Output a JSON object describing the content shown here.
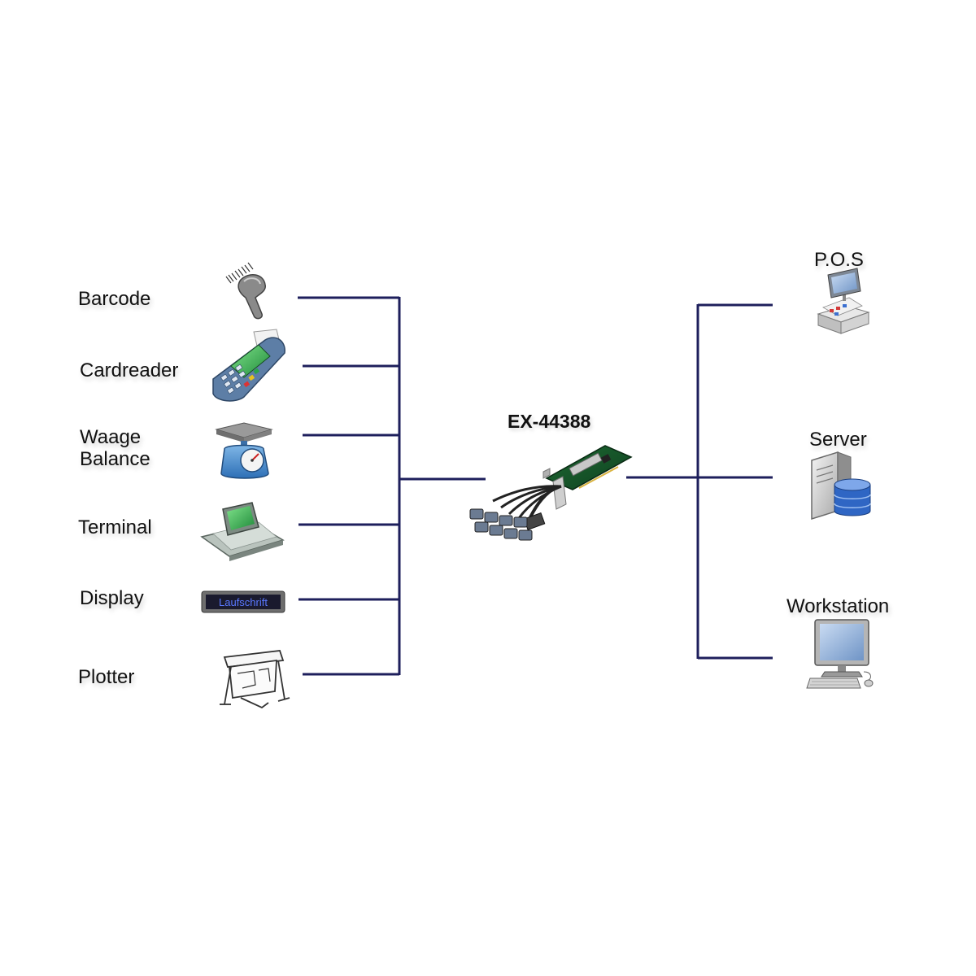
{
  "center": {
    "label": "EX-44388"
  },
  "left_devices": [
    {
      "label": "Barcode",
      "icon": "barcode-scanner-icon"
    },
    {
      "label": "Cardreader",
      "icon": "card-terminal-icon"
    },
    {
      "label_lines": [
        "Waage",
        "Balance"
      ],
      "icon": "scale-icon"
    },
    {
      "label": "Terminal",
      "icon": "terminal-icon"
    },
    {
      "label": "Display",
      "icon": "led-display-icon",
      "display_text": "Laufschrift"
    },
    {
      "label": "Plotter",
      "icon": "plotter-icon"
    }
  ],
  "right_devices": [
    {
      "label": "P.O.S",
      "icon": "cash-register-icon"
    },
    {
      "label": "Server",
      "icon": "server-icon"
    },
    {
      "label": "Workstation",
      "icon": "workstation-icon"
    }
  ],
  "colors": {
    "line": "#1e1f5c",
    "background": "#ffffff"
  }
}
